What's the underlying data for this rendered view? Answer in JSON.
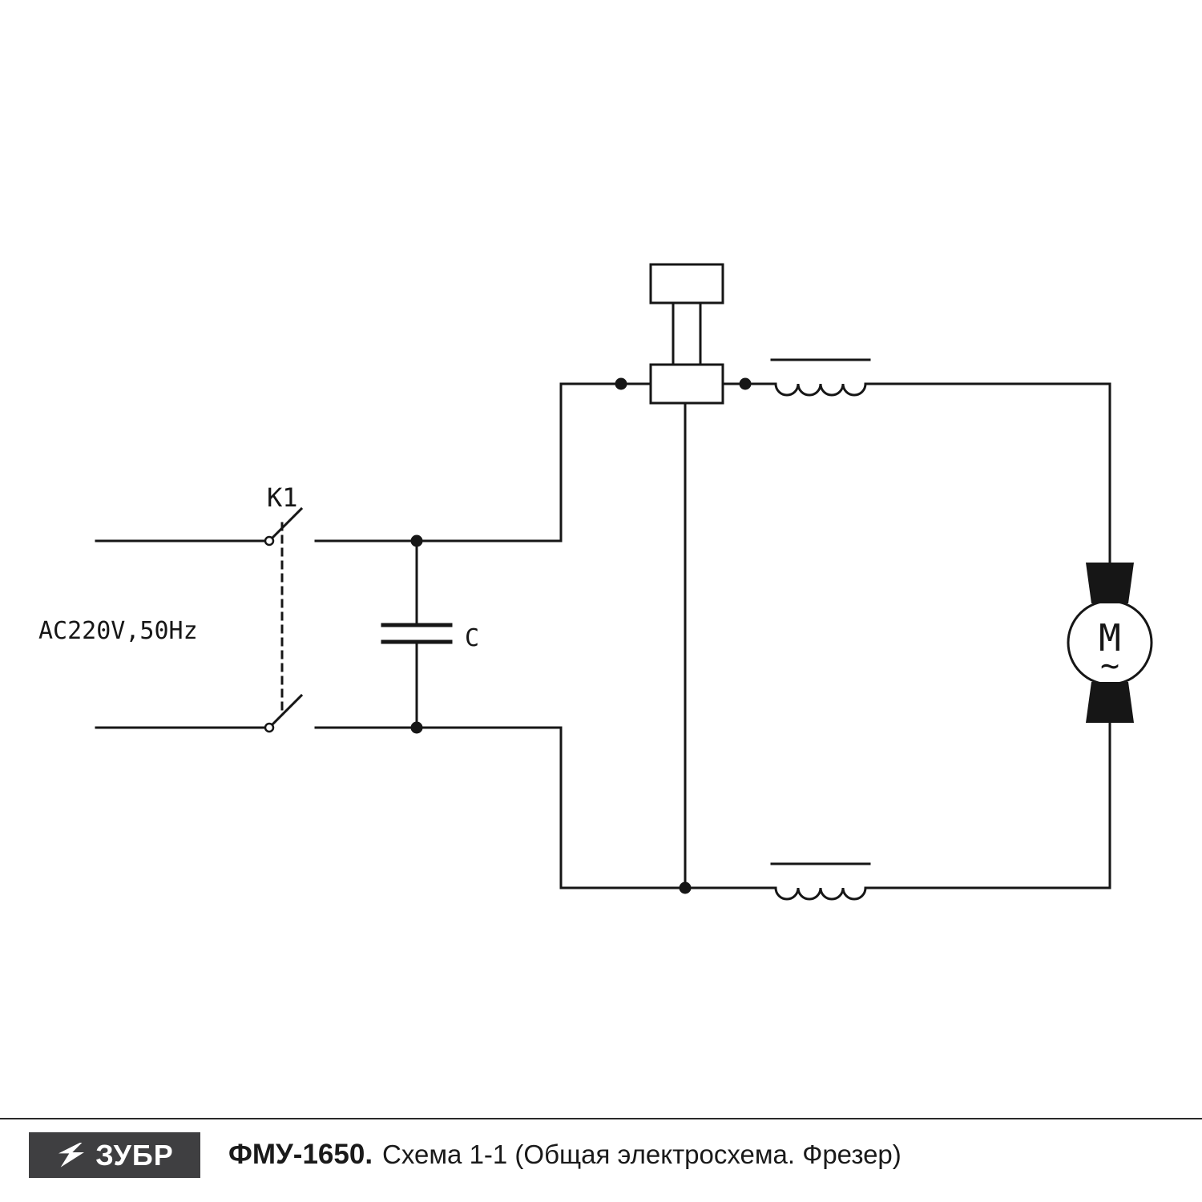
{
  "diagram": {
    "power_label": "AC220V,50Hz",
    "switch_label": "K1",
    "capacitor_label": "C",
    "motor_letter": "M",
    "motor_wave": "~"
  },
  "footer": {
    "brand": "ЗУБР",
    "model": "ФМУ-1650.",
    "subtitle": "Схема 1-1 (Общая электросхема. Фрезер)"
  },
  "colors": {
    "line": "#161616",
    "background": "#ffffff",
    "logo_background": "#3f3f41",
    "logo_text": "#ffffff"
  }
}
